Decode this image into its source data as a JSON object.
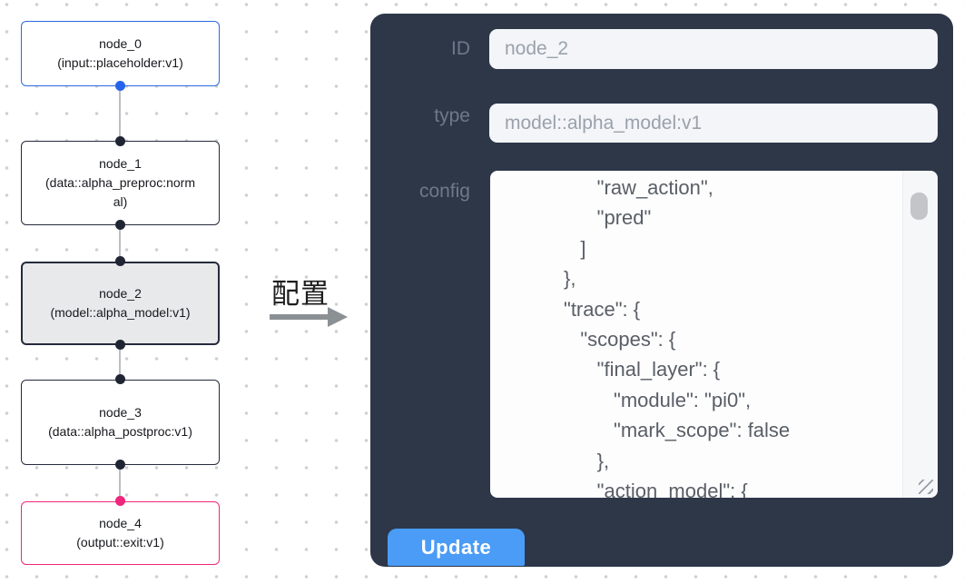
{
  "flow": {
    "nodes": [
      {
        "id": "node_0",
        "type_text": "(input::placeholder:v1)",
        "accent_color": "#2b6ae0",
        "selected": false
      },
      {
        "id": "node_1",
        "type_text": "(data::alpha_preproc:normal)",
        "accent_color": "#252b3b",
        "selected": false
      },
      {
        "id": "node_2",
        "type_text": "(model::alpha_model:v1)",
        "accent_color": "#252b3b",
        "selected": true
      },
      {
        "id": "node_3",
        "type_text": "(data::alpha_postproc:v1)",
        "accent_color": "#252b3b",
        "selected": false
      },
      {
        "id": "node_4",
        "type_text": "(output::exit:v1)",
        "accent_color": "#f0267b",
        "selected": false
      }
    ],
    "handle_colors": {
      "input_node": "#2563eb",
      "default": "#1f2532",
      "output_node": "#f0257c"
    },
    "edge_color": "#babdc3"
  },
  "transfer": {
    "label": "配置",
    "arrow_color": "#8b9095"
  },
  "panel": {
    "bg_color": "#2d3748",
    "accent_color": "#4a9cf6",
    "fields": {
      "id": {
        "label": "ID",
        "value": "node_2"
      },
      "type": {
        "label": "type",
        "value": "model::alpha_model:v1"
      },
      "config": {
        "label": "config",
        "value": "               \"raw_action\",\n               \"pred\"\n            ]\n         },\n         \"trace\": {\n            \"scopes\": {\n               \"final_layer\": {\n                  \"module\": \"pi0\",\n                  \"mark_scope\": false\n               },\n               \"action_model\": {"
      }
    },
    "update_label": "Update"
  }
}
